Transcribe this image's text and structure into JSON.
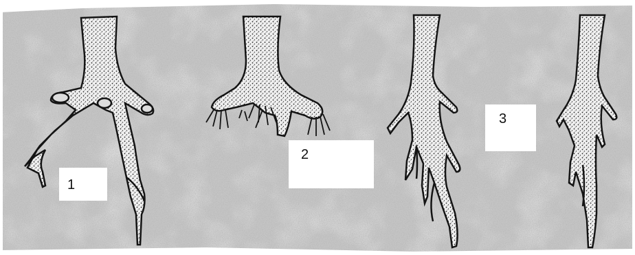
{
  "labels": [
    "1",
    "2",
    "3"
  ],
  "colors": {
    "background": "#c9c9c9",
    "speckle_dark": "#7d7d7d",
    "ink": "#141414",
    "label_box": "#ffffff"
  },
  "icons": [
    "root-system-cut",
    "root-system-callus",
    "root-system-regrown",
    "root-system-mature"
  ]
}
